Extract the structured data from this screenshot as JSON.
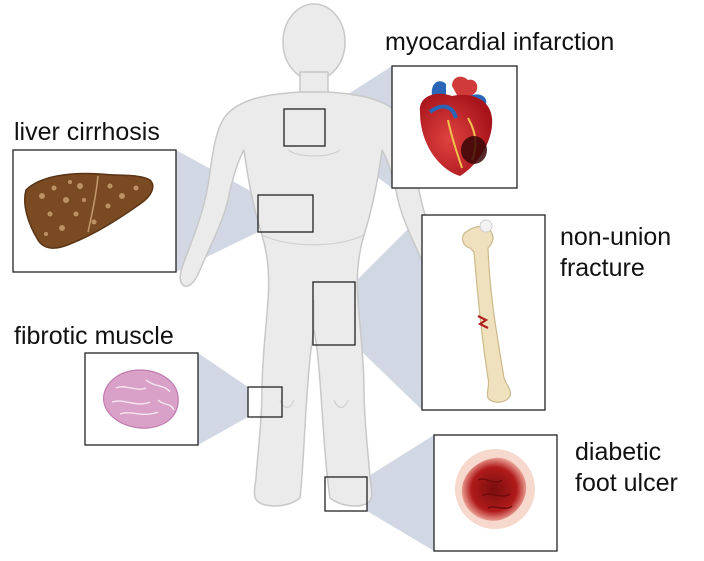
{
  "labels": {
    "myocardial_infarction": "myocardial infarction",
    "liver_cirrhosis": "liver cirrhosis",
    "non_union_fracture_line1": "non-union",
    "non_union_fracture_line2": "fracture",
    "fibrotic_muscle": "fibrotic muscle",
    "diabetic_foot_ulcer_line1": "diabetic",
    "diabetic_foot_ulcer_line2": "foot ulcer"
  },
  "colors": {
    "body_fill": "#ebebeb",
    "body_outline": "#c8c8c8",
    "connector_fill": "#c9d1df",
    "box_stroke": "#222222",
    "heart_red": "#c8232c",
    "vessel_blue": "#2a66b8",
    "liver_brown": "#7a4a22",
    "bone": "#efe1bd",
    "fracture_red": "#b02020",
    "tissue_pink": "#d9a0c8",
    "ulcer_red": "#a01818"
  },
  "icons": [
    "heart-icon",
    "liver-icon",
    "femur-icon",
    "muscle-tissue-icon",
    "ulcer-icon",
    "human-body-silhouette"
  ]
}
